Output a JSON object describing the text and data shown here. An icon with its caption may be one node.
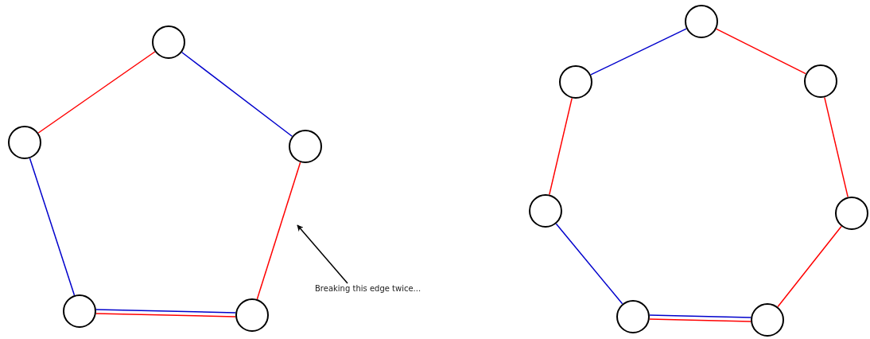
{
  "diagram": {
    "nodes": [
      {
        "text": [],
        "shape": "circle"
      },
      {
        "text": [],
        "shape": "circle"
      },
      {
        "text": [],
        "shape": "circle"
      },
      {
        "text": [],
        "shape": "circle"
      },
      {
        "text": [],
        "shape": "circle"
      },
      {
        "text": [],
        "shape": "circle"
      },
      {
        "text": [],
        "shape": "circle"
      },
      {
        "text": [],
        "shape": "circle"
      },
      {
        "text": [],
        "shape": "circle"
      },
      {
        "text": [],
        "shape": "circle"
      },
      {
        "text": [],
        "shape": "circle"
      },
      {
        "text": [],
        "shape": "circle"
      },
      {
        "text": [
          "Breaking this edge twice..."
        ]
      }
    ],
    "edges": [
      {
        "from": 0,
        "to": 1,
        "arrow": "none",
        "color": "#ff0000"
      },
      {
        "from": 0,
        "to": 2,
        "arrow": "none",
        "color": "#0000cc"
      },
      {
        "from": 1,
        "to": 3,
        "arrow": "none",
        "color": "#0000cc"
      },
      {
        "from": 2,
        "to": 4,
        "arrow": "none",
        "color": "#ff0000"
      },
      {
        "from": 3,
        "to": 4,
        "arrow": "none",
        "color": "#0000cc"
      },
      {
        "from": 3,
        "to": 4,
        "arrow": "none",
        "color": "#ff0000"
      },
      {
        "from": 5,
        "to": 6,
        "arrow": "none",
        "color": "#0000cc"
      },
      {
        "from": 5,
        "to": 7,
        "arrow": "none",
        "color": "#ff0000"
      },
      {
        "from": 6,
        "to": 8,
        "arrow": "none",
        "color": "#ff0000"
      },
      {
        "from": 7,
        "to": 9,
        "arrow": "none",
        "color": "#ff0000"
      },
      {
        "from": 8,
        "to": 10,
        "arrow": "none",
        "color": "#0000cc"
      },
      {
        "from": 9,
        "to": 11,
        "arrow": "none",
        "color": "#ff0000"
      },
      {
        "from": 10,
        "to": 11,
        "arrow": "none",
        "color": "#0000cc"
      },
      {
        "from": 10,
        "to": 11,
        "arrow": "none",
        "color": "#ff0000"
      },
      {
        "from": 12,
        "to": null,
        "arrow": "to",
        "color": "#000000"
      }
    ]
  }
}
